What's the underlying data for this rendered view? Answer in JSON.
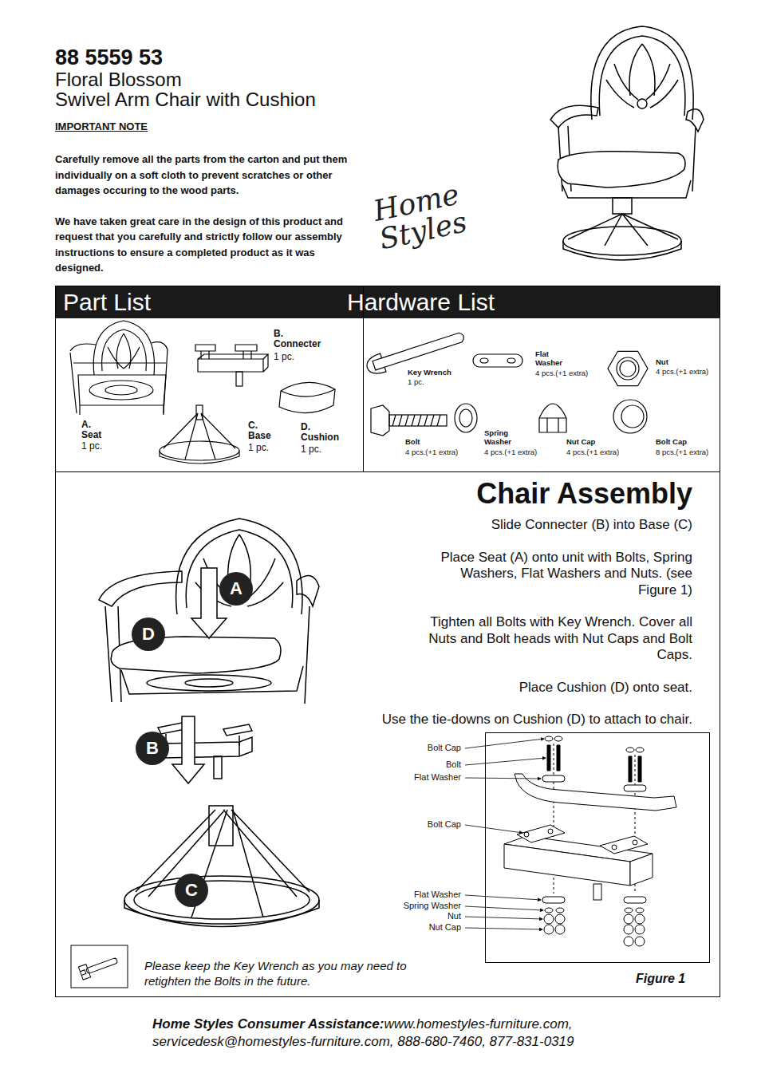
{
  "diagram": {
    "title": "88 5559 53",
    "nodes": [
      {
        "text": [
          "Part List"
        ]
      },
      {
        "text": [
          "Hardware List"
        ]
      },
      {
        "text": [
          "Chair Assembly",
          "Slide Connecter (B) into Base (C)",
          "Place Seat (A) onto unit with Bolts, Spring Washers, Flat Washers and Nuts. (see Figure 1)",
          "Tighten all Bolts with Key Wrench. Cover all Nuts and Bolt heads with Nut Caps and Bolt Caps.",
          "Place Cushion (D) onto seat.",
          "Use the tie-downs on Cushion (D) to attach to chair."
        ]
      },
      {
        "text": [
          "Figure 1"
        ],
        "in": 2
      },
      {
        "text": [
          "A"
        ],
        "in": 2
      },
      {
        "text": [
          "D"
        ],
        "in": 2
      },
      {
        "text": [
          "B"
        ],
        "in": 2
      },
      {
        "text": [
          "C"
        ],
        "in": 2
      }
    ],
    "labels": [
      "Floral Blossom",
      "Swivel Arm Chair with Cushion",
      "IMPORTANT NOTE",
      "Carefully remove all the parts from the carton and put them individually on a soft cloth to prevent scratches or other damages occuring to the wood parts.",
      "We have taken great care in the design of this product and request that you carefully and strictly follow our assembly instructions to ensure a completed product as it was designed.",
      "Home Styles",
      "A. Seat",
      "1 pc.",
      "B. Connecter",
      "1 pc.",
      "C. Base",
      "1 pc.",
      "D. Cushion",
      "1 pc.",
      "Key Wrench",
      "1 pc.",
      "Flat Washer",
      "4 pcs.(+1 extra)",
      "Nut",
      "4 pcs.(+1 extra)",
      "Bolt",
      "4 pcs.(+1 extra)",
      "Spring Washer",
      "4 pcs.(+1 extra)",
      "Nut Cap",
      "4 pcs.(+1 extra)",
      "Bolt Cap",
      "8 pcs.(+1 extra)",
      "Bolt Cap",
      "Bolt",
      "Flat Washer",
      "Bolt Cap",
      "Flat Washer",
      "Spring Washer",
      "Nut",
      "Nut Cap",
      "Please keep the Key Wrench as you may need to retighten the Bolts in the future.",
      "Home Styles Consumer Assistance:",
      "www.homestyles-furniture.com, servicedesk@homestyles-furniture.com, 888-680-7460, 877-831-0319"
    ]
  }
}
